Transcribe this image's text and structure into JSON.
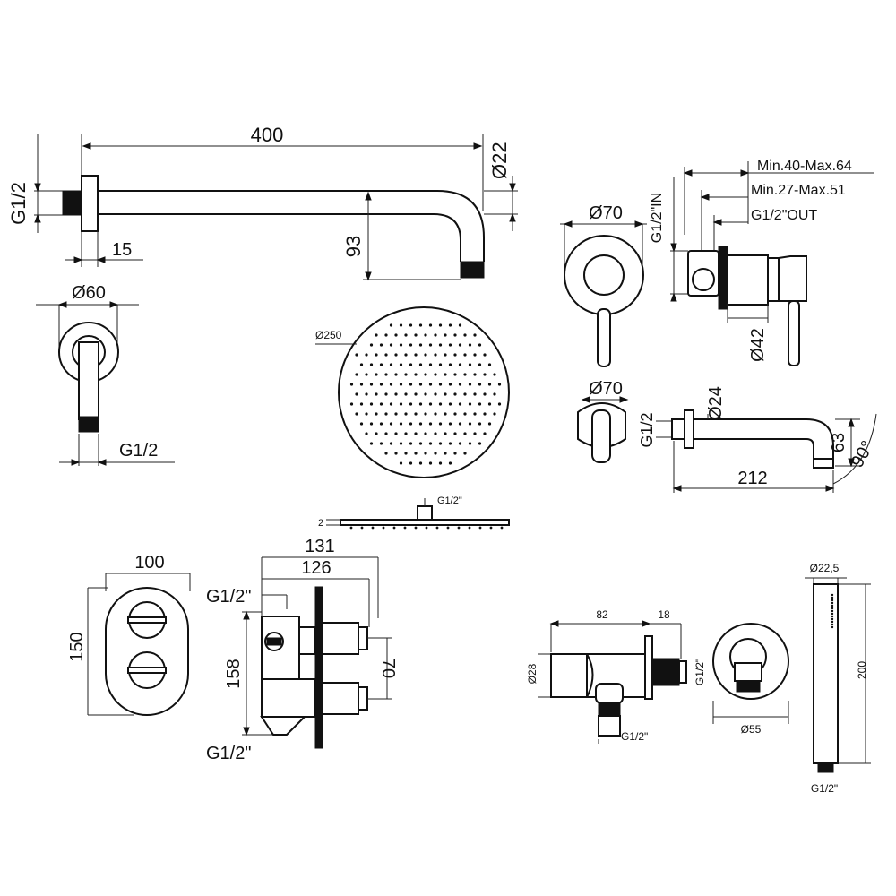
{
  "shower_arm": {
    "length": "400",
    "pipe_diameter": "Ø22",
    "thread": "G1/2",
    "drop": "93",
    "wall_offset": "15"
  },
  "arm_flange": {
    "diameter": "Ø60",
    "thread": "G1/2"
  },
  "shower_head": {
    "diameter": "Ø250",
    "thickness": "2",
    "thread": "G1/2\""
  },
  "mixer": {
    "rosette_diameter": "Ø70",
    "depth_range_1": "Min.40-Max.64",
    "depth_range_2": "Min.27-Max.51",
    "outlet": "G1/2\"OUT",
    "inlet": "G1/2\"IN",
    "body_diameter": "Ø42"
  },
  "spout": {
    "rosette_diameter": "Ø70",
    "pipe_diameter": "Ø24",
    "thread": "G1/2",
    "height": "63",
    "length": "212",
    "angle": "90°"
  },
  "thermostatic_plate": {
    "width": "100",
    "height": "150"
  },
  "thermostatic_body": {
    "width_1": "131",
    "width_2": "126",
    "thread_top": "G1/2\"",
    "thread_bottom": "G1/2\"",
    "height": "158",
    "spacing": "70"
  },
  "wall_outlet": {
    "length": "82",
    "depth": "18",
    "diameter": "Ø28",
    "thread_side": "G1/2\"",
    "thread_bottom": "G1/2\"",
    "flange_diameter": "Ø55"
  },
  "hand_shower": {
    "diameter": "Ø22,5",
    "length": "200",
    "thread": "G1/2\""
  }
}
